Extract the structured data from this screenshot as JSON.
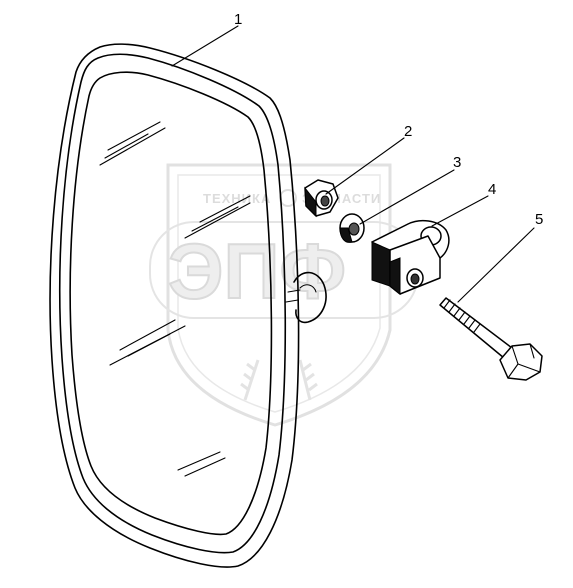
{
  "diagram": {
    "callouts": [
      {
        "id": "1",
        "label": "1"
      },
      {
        "id": "2",
        "label": "2"
      },
      {
        "id": "3",
        "label": "3"
      },
      {
        "id": "4",
        "label": "4"
      },
      {
        "id": "5",
        "label": "5"
      }
    ],
    "watermark": {
      "top_text_left": "ТЕХНИКА",
      "top_text_right": "ЗАПЧАСТИ",
      "big_letters": "ЭПФ"
    },
    "colors": {
      "line": "#000000",
      "background": "#ffffff",
      "watermark": "#d9d9d9"
    }
  }
}
